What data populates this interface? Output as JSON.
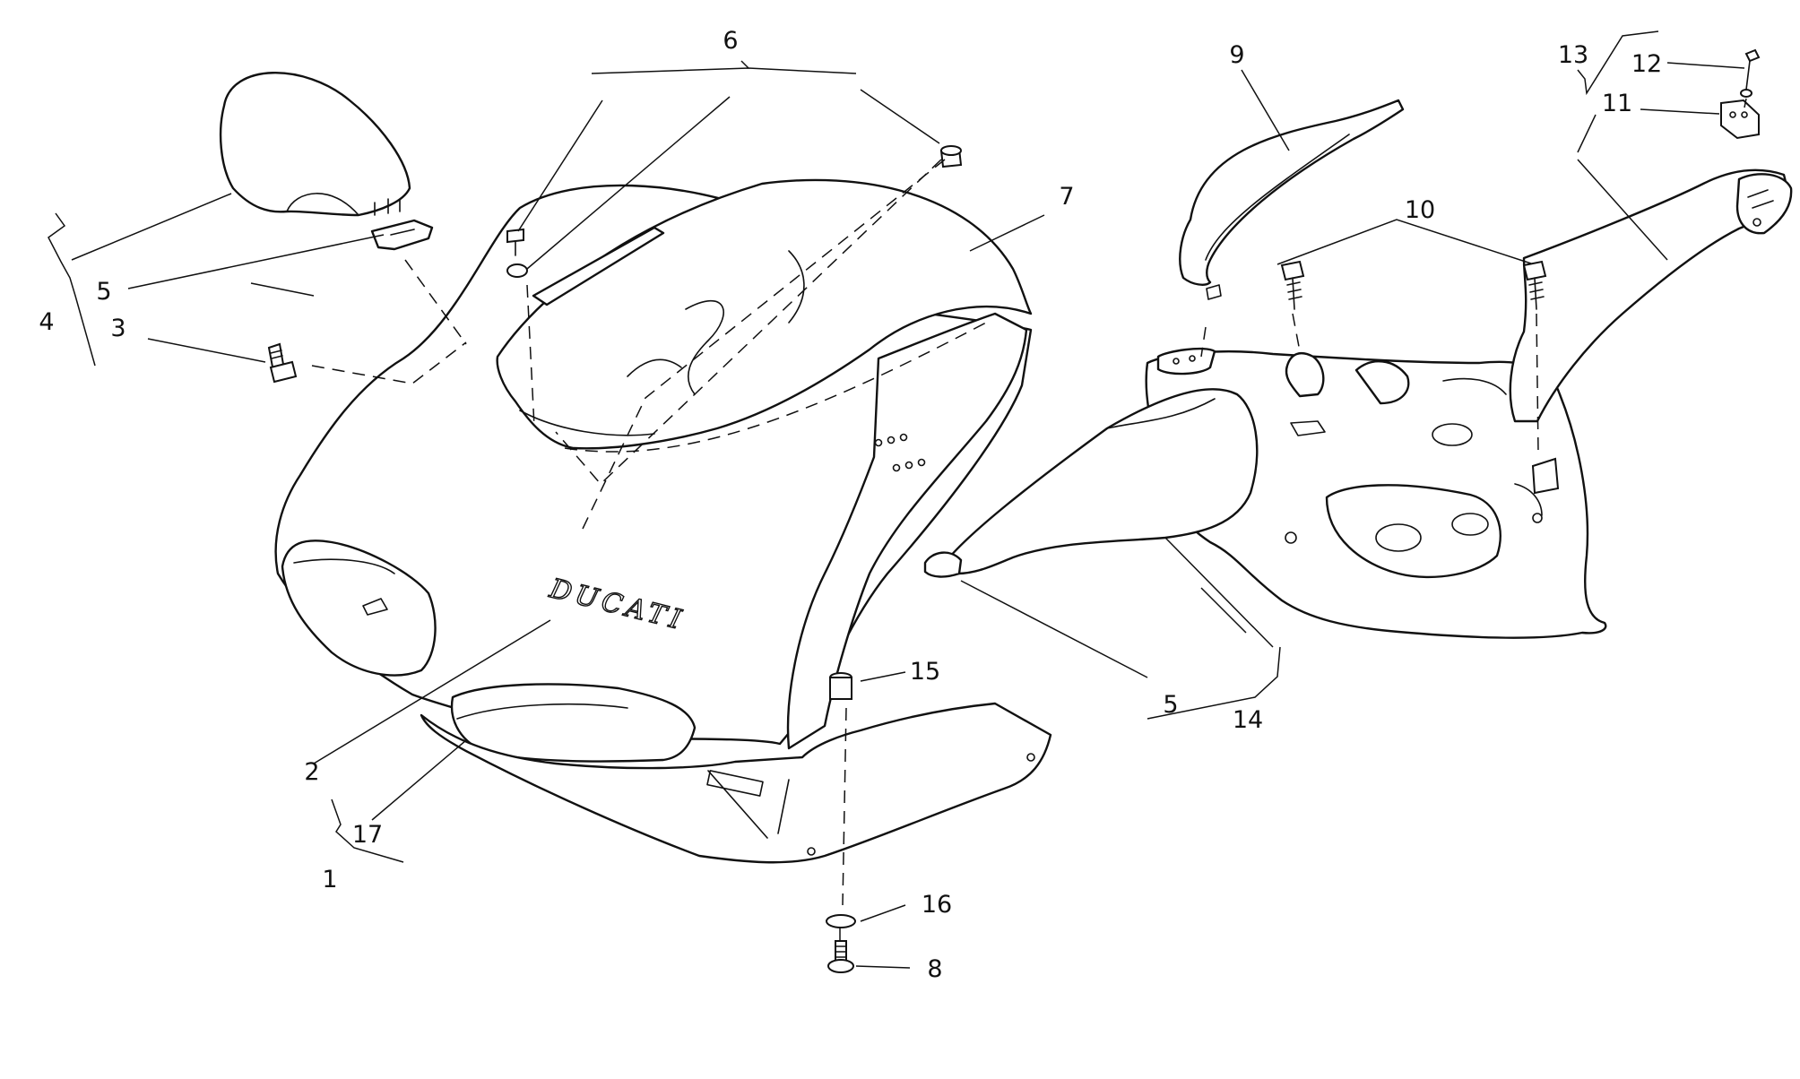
{
  "diagram": {
    "logo_text": "DUCATI",
    "callouts": {
      "c1": "1",
      "c2": "2",
      "c3": "3",
      "c4": "4",
      "c5a": "5",
      "c5b": "5",
      "c6": "6",
      "c7": "7",
      "c8": "8",
      "c9": "9",
      "c10": "10",
      "c11": "11",
      "c12": "12",
      "c13": "13",
      "c14": "14",
      "c15": "15",
      "c16": "16",
      "c17": "17"
    }
  }
}
